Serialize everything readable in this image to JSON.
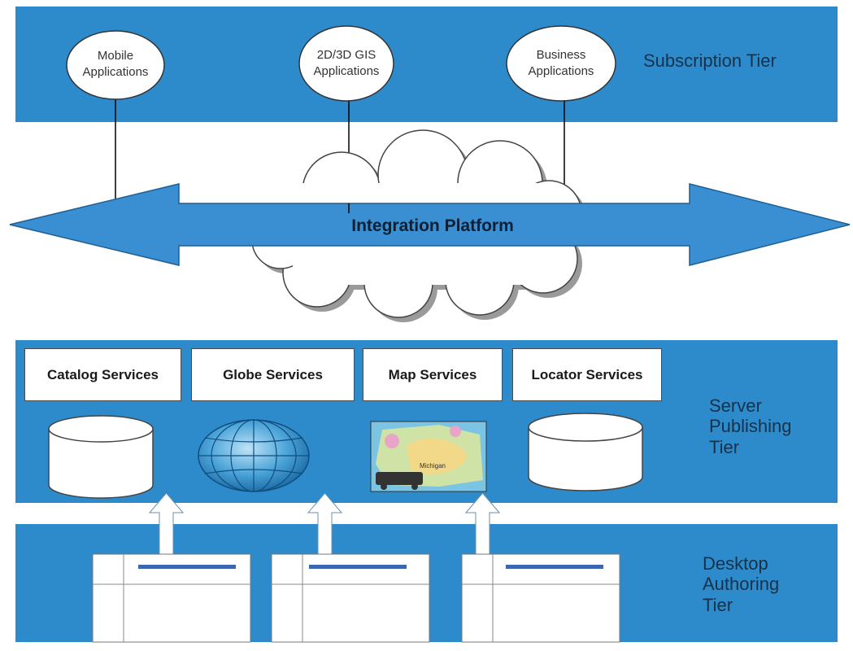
{
  "colors": {
    "tier_blue": "#2E8BCB",
    "arrow_blue": "#3A8FD2",
    "cloud_fill": "#FFFFFF",
    "box_fill": "#FFFFFF"
  },
  "subscription_tier": {
    "label": "Subscription Tier",
    "apps": [
      {
        "line1": "Mobile",
        "line2": "Applications"
      },
      {
        "line1": "2D/3D GIS",
        "line2": "Applications"
      },
      {
        "line1": "Business",
        "line2": "Applications"
      }
    ]
  },
  "integration": {
    "label": "Integration Platform"
  },
  "server_tier": {
    "label_lines": [
      "Server",
      "Publishing",
      "Tier"
    ],
    "services": [
      "Catalog Services",
      "Globe Services",
      "Map Services",
      "Locator Services"
    ],
    "icons": [
      "database-icon",
      "globe-icon",
      "map-icon",
      "database-icon"
    ],
    "map_label": "Michigan"
  },
  "desktop_tier": {
    "label_lines": [
      "Desktop",
      "Authoring",
      "Tier"
    ],
    "windows": 3
  }
}
